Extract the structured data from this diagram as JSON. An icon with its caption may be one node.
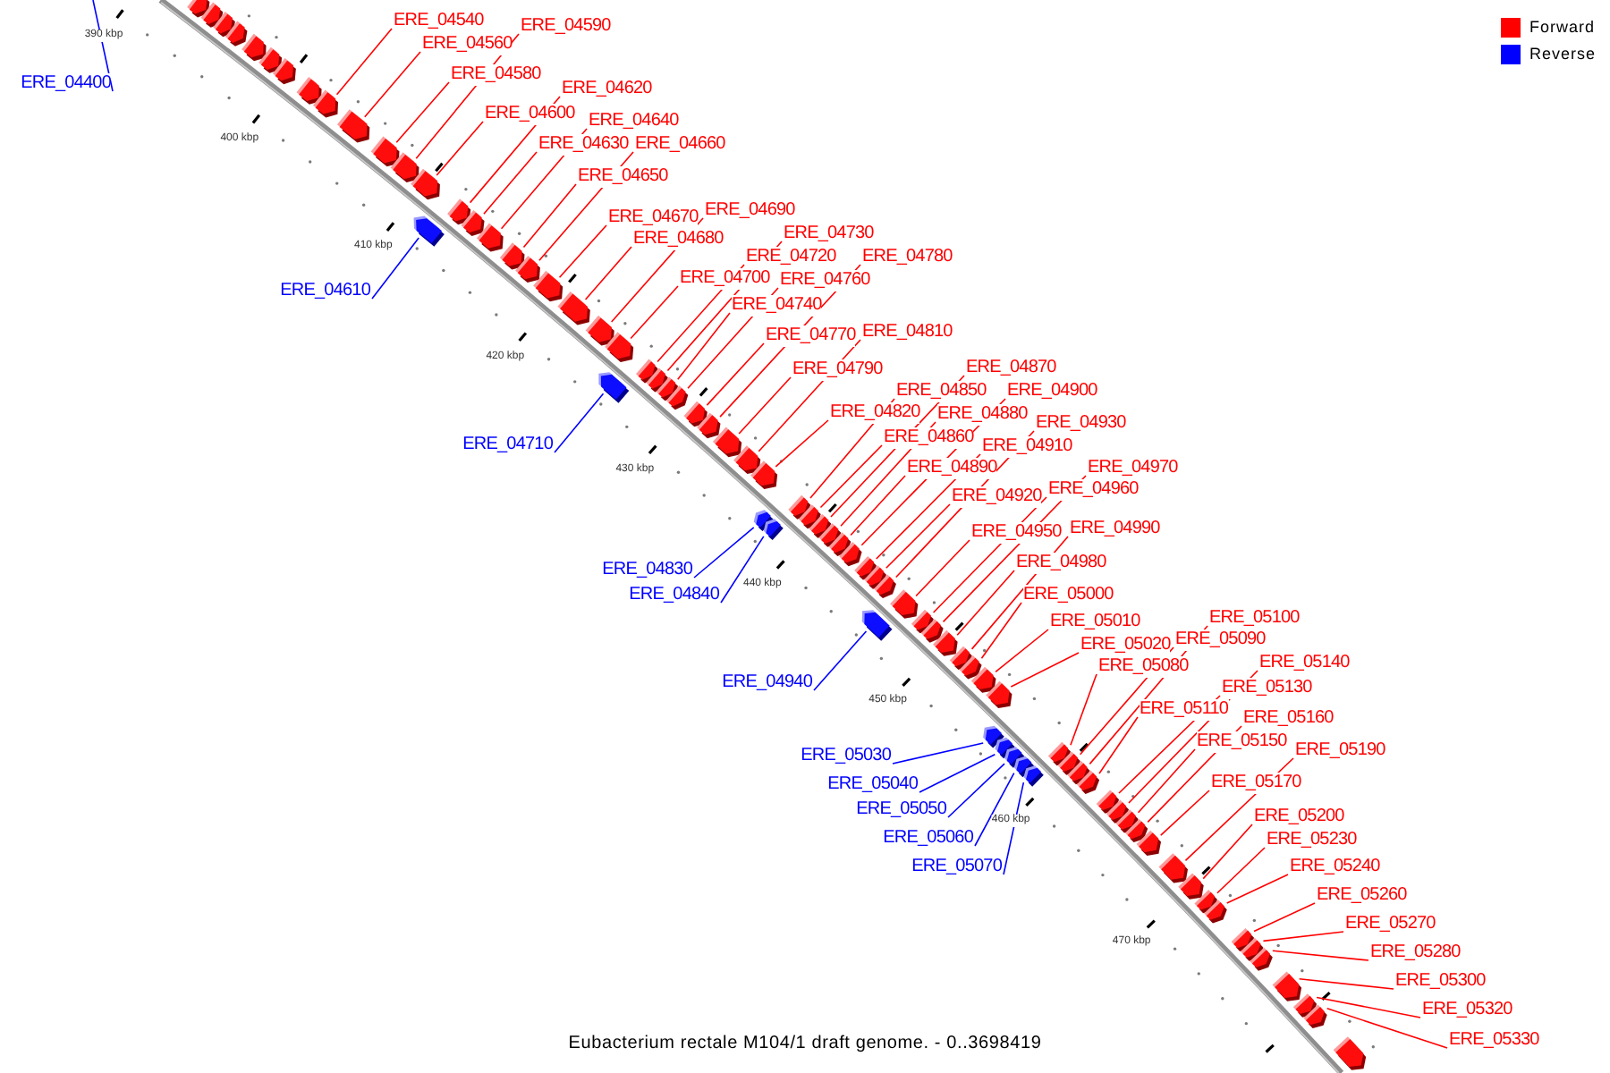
{
  "diagram": {
    "caption": "Eubacterium rectale M104/1 draft genome. - 0..3698419",
    "nodes": [
      {
        "text": [],
        "shape": "box"
      },
      {
        "text": [],
        "shape": "box"
      },
      {
        "text": [],
        "shape": "box"
      },
      {
        "text": [],
        "shape": "box"
      },
      {
        "text": [],
        "shape": "box"
      },
      {
        "text": [],
        "shape": "box"
      },
      {
        "text": [],
        "shape": "box"
      },
      {
        "text": [],
        "shape": "box"
      },
      {
        "text": [],
        "shape": "box"
      },
      {
        "text": [],
        "shape": "box"
      },
      {
        "text": [],
        "shape": "box"
      },
      {
        "text": [],
        "shape": "box"
      },
      {
        "text": [],
        "shape": "box"
      },
      {
        "text": [],
        "shape": "box"
      },
      {
        "text": [],
        "shape": "box"
      },
      {
        "text": [],
        "shape": "box"
      },
      {
        "text": [],
        "shape": "box"
      },
      {
        "text": [],
        "shape": "box"
      },
      {
        "text": [],
        "shape": "box"
      },
      {
        "text": [],
        "shape": "box"
      },
      {
        "text": [],
        "shape": "box"
      },
      {
        "text": [],
        "shape": "box"
      },
      {
        "text": [],
        "shape": "box"
      },
      {
        "text": [],
        "shape": "box"
      },
      {
        "text": [],
        "shape": "box"
      },
      {
        "text": [],
        "shape": "box"
      },
      {
        "text": [],
        "shape": "box"
      },
      {
        "text": [],
        "shape": "box"
      },
      {
        "text": [],
        "shape": "box"
      },
      {
        "text": [],
        "shape": "box"
      },
      {
        "text": [],
        "shape": "box"
      },
      {
        "text": [],
        "shape": "box"
      },
      {
        "text": [],
        "shape": "box"
      },
      {
        "text": [],
        "shape": "box"
      },
      {
        "text": [],
        "shape": "box"
      },
      {
        "text": [],
        "shape": "box"
      },
      {
        "text": [],
        "shape": "box"
      },
      {
        "text": [],
        "shape": "box"
      },
      {
        "text": [],
        "shape": "box"
      },
      {
        "text": [],
        "shape": "box"
      },
      {
        "text": [],
        "shape": "box"
      },
      {
        "text": [],
        "shape": "box"
      },
      {
        "text": [],
        "shape": "box"
      },
      {
        "text": [],
        "shape": "box"
      },
      {
        "text": [],
        "shape": "box"
      },
      {
        "text": [],
        "shape": "box"
      },
      {
        "text": [],
        "shape": "box"
      },
      {
        "text": [],
        "shape": "box"
      },
      {
        "text": [],
        "shape": "box"
      },
      {
        "text": [],
        "shape": "box"
      },
      {
        "text": [],
        "shape": "box"
      },
      {
        "text": [],
        "shape": "box"
      },
      {
        "text": [],
        "shape": "box"
      },
      {
        "text": [],
        "shape": "box"
      },
      {
        "text": [],
        "shape": "box"
      },
      {
        "text": [],
        "shape": "box"
      },
      {
        "text": [],
        "shape": "box"
      },
      {
        "text": [],
        "shape": "box"
      },
      {
        "text": [],
        "shape": "box"
      },
      {
        "text": [],
        "shape": "box"
      },
      {
        "text": [],
        "shape": "box"
      },
      {
        "text": [],
        "shape": "box"
      },
      {
        "text": [],
        "shape": "box"
      },
      {
        "text": [],
        "shape": "box"
      },
      {
        "text": [],
        "shape": "box"
      },
      {
        "text": [],
        "shape": "box"
      },
      {
        "text": [],
        "shape": "box"
      },
      {
        "text": [],
        "shape": "box"
      },
      {
        "text": [],
        "shape": "box"
      },
      {
        "text": [],
        "shape": "box"
      },
      {
        "text": [],
        "shape": "box"
      },
      {
        "text": [],
        "shape": "box"
      },
      {
        "text": [],
        "shape": "box"
      },
      {
        "text": [],
        "shape": "box"
      },
      {
        "text": [],
        "shape": "box"
      },
      {
        "text": [],
        "shape": "box"
      },
      {
        "text": [],
        "shape": "box"
      },
      {
        "text": [],
        "shape": "box"
      },
      {
        "text": [
          "ERE_04540"
        ]
      },
      {
        "text": [
          "ERE_04590"
        ]
      },
      {
        "text": [
          "ERE_04560"
        ]
      },
      {
        "text": [
          "ERE_04580"
        ]
      },
      {
        "text": [
          "ERE_04400"
        ]
      },
      {
        "text": [
          "ERE_04620"
        ]
      },
      {
        "text": [
          "ERE_04600"
        ]
      },
      {
        "text": [
          "ERE_04640"
        ]
      },
      {
        "text": [
          "ERE_04630"
        ]
      },
      {
        "text": [
          "ERE_04660"
        ]
      },
      {
        "text": [
          "ERE_04650"
        ]
      },
      {
        "text": [
          "ERE_04670"
        ]
      },
      {
        "text": [
          "ERE_04690"
        ]
      },
      {
        "text": [
          "ERE_04680"
        ]
      },
      {
        "text": [
          "ERE_04730"
        ]
      },
      {
        "text": [
          "ERE_04720"
        ]
      },
      {
        "text": [
          "ERE_04780"
        ]
      },
      {
        "text": [
          "ERE_04700"
        ]
      },
      {
        "text": [
          "ERE_04760"
        ]
      },
      {
        "text": [
          "ERE_04610"
        ]
      },
      {
        "text": [
          "ERE_04740"
        ]
      },
      {
        "text": [
          "ERE_04770"
        ]
      },
      {
        "text": [
          "ERE_04810"
        ]
      },
      {
        "text": [
          "ERE_04790"
        ]
      },
      {
        "text": [
          "ERE_04870"
        ]
      },
      {
        "text": [
          "ERE_04850"
        ]
      },
      {
        "text": [
          "ERE_04900"
        ]
      },
      {
        "text": [
          "ERE_04820"
        ]
      },
      {
        "text": [
          "ERE_04880"
        ]
      },
      {
        "text": [
          "ERE_04930"
        ]
      },
      {
        "text": [
          "ERE_04860"
        ]
      },
      {
        "text": [
          "ERE_04710"
        ]
      },
      {
        "text": [
          "ERE_04910"
        ]
      },
      {
        "text": [
          "ERE_04890"
        ]
      },
      {
        "text": [
          "ERE_04970"
        ]
      },
      {
        "text": [
          "ERE_04920"
        ]
      },
      {
        "text": [
          "ERE_04960"
        ]
      },
      {
        "text": [
          "ERE_04950"
        ]
      },
      {
        "text": [
          "ERE_04990"
        ]
      },
      {
        "text": [
          "ERE_04980"
        ]
      },
      {
        "text": [
          "ERE_04830"
        ]
      },
      {
        "text": [
          "ERE_04840"
        ]
      },
      {
        "text": [
          "ERE_05000"
        ]
      },
      {
        "text": [
          "ERE_05010"
        ]
      },
      {
        "text": [
          "ERE_05100"
        ]
      },
      {
        "text": [
          "ERE_05020"
        ]
      },
      {
        "text": [
          "ERE_05090"
        ]
      },
      {
        "text": [
          "ERE_05080"
        ]
      },
      {
        "text": [
          "ERE_05140"
        ]
      },
      {
        "text": [
          "ERE_04940"
        ]
      },
      {
        "text": [
          "ERE_05130"
        ]
      },
      {
        "text": [
          "ERE_05110"
        ]
      },
      {
        "text": [
          "ERE_05160"
        ]
      },
      {
        "text": [
          "ERE_05150"
        ]
      },
      {
        "text": [
          "ERE_05030"
        ]
      },
      {
        "text": [
          "ERE_05190"
        ]
      },
      {
        "text": [
          "ERE_05040"
        ]
      },
      {
        "text": [
          "ERE_05170"
        ]
      },
      {
        "text": [
          "ERE_05050"
        ]
      },
      {
        "text": [
          "ERE_05200"
        ]
      },
      {
        "text": [
          "ERE_05060"
        ]
      },
      {
        "text": [
          "ERE_05230"
        ]
      },
      {
        "text": [
          "ERE_05070"
        ]
      },
      {
        "text": [
          "ERE_05240"
        ]
      },
      {
        "text": [
          "ERE_05260"
        ]
      },
      {
        "text": [
          "ERE_05270"
        ]
      },
      {
        "text": [
          "ERE_05280"
        ]
      },
      {
        "text": [
          "ERE_05300"
        ]
      },
      {
        "text": [
          "ERE_05320"
        ]
      },
      {
        "text": [
          "ERE_05330"
        ]
      }
    ],
    "edges": [
      {
        "from": 78,
        "to": 8,
        "arrow": "none"
      },
      {
        "from": 79,
        "to": 11,
        "arrow": "none"
      },
      {
        "from": 80,
        "to": 9,
        "arrow": "none"
      },
      {
        "from": 81,
        "to": 10,
        "arrow": "none"
      },
      {
        "from": 82,
        "to": null,
        "arrow": "none",
        "color": "#0000ff"
      },
      {
        "from": 83,
        "to": 14,
        "arrow": "none"
      },
      {
        "from": 84,
        "to": 12,
        "arrow": "none"
      },
      {
        "from": 85,
        "to": 16,
        "arrow": "none"
      },
      {
        "from": 86,
        "to": 15,
        "arrow": "none"
      },
      {
        "from": 87,
        "to": 18,
        "arrow": "none"
      },
      {
        "from": 88,
        "to": 17,
        "arrow": "none"
      },
      {
        "from": 89,
        "to": 19,
        "arrow": "none"
      },
      {
        "from": 90,
        "to": 21,
        "arrow": "none"
      },
      {
        "from": 91,
        "to": 20,
        "arrow": "none"
      },
      {
        "from": 92,
        "to": 25,
        "arrow": "none"
      },
      {
        "from": 93,
        "to": 24,
        "arrow": "none"
      },
      {
        "from": 94,
        "to": 29,
        "arrow": "none"
      },
      {
        "from": 95,
        "to": 22,
        "arrow": "none"
      },
      {
        "from": 96,
        "to": 27,
        "arrow": "none"
      },
      {
        "from": 97,
        "to": 13,
        "arrow": "none",
        "color": "#0000ff"
      },
      {
        "from": 98,
        "to": 26,
        "arrow": "none"
      },
      {
        "from": 99,
        "to": 28,
        "arrow": "none"
      },
      {
        "from": 100,
        "to": 31,
        "arrow": "none"
      },
      {
        "from": 101,
        "to": 30,
        "arrow": "none"
      },
      {
        "from": 102,
        "to": 37,
        "arrow": "none"
      },
      {
        "from": 103,
        "to": 35,
        "arrow": "none"
      },
      {
        "from": 104,
        "to": 40,
        "arrow": "none"
      },
      {
        "from": 105,
        "to": 32,
        "arrow": "none"
      },
      {
        "from": 106,
        "to": 38,
        "arrow": "none"
      },
      {
        "from": 107,
        "to": 43,
        "arrow": "none"
      },
      {
        "from": 108,
        "to": 36,
        "arrow": "none"
      },
      {
        "from": 109,
        "to": 23,
        "arrow": "none",
        "color": "#0000ff"
      },
      {
        "from": 110,
        "to": 41,
        "arrow": "none"
      },
      {
        "from": 111,
        "to": 39,
        "arrow": "none"
      },
      {
        "from": 112,
        "to": 47,
        "arrow": "none"
      },
      {
        "from": 113,
        "to": 42,
        "arrow": "none"
      },
      {
        "from": 114,
        "to": 46,
        "arrow": "none"
      },
      {
        "from": 115,
        "to": 45,
        "arrow": "none"
      },
      {
        "from": 116,
        "to": 49,
        "arrow": "none"
      },
      {
        "from": 117,
        "to": 48,
        "arrow": "none"
      },
      {
        "from": 118,
        "to": 33,
        "arrow": "none",
        "color": "#0000ff"
      },
      {
        "from": 119,
        "to": 34,
        "arrow": "none",
        "color": "#0000ff"
      },
      {
        "from": 120,
        "to": 50,
        "arrow": "none"
      },
      {
        "from": 121,
        "to": 51,
        "arrow": "none"
      },
      {
        "from": 122,
        "to": 60,
        "arrow": "none"
      },
      {
        "from": 123,
        "to": 52,
        "arrow": "none"
      },
      {
        "from": 124,
        "to": 59,
        "arrow": "none"
      },
      {
        "from": 125,
        "to": 58,
        "arrow": "none"
      },
      {
        "from": 126,
        "to": 63,
        "arrow": "none"
      },
      {
        "from": 127,
        "to": 44,
        "arrow": "none",
        "color": "#0000ff"
      },
      {
        "from": 128,
        "to": 62,
        "arrow": "none"
      },
      {
        "from": 129,
        "to": 61,
        "arrow": "none"
      },
      {
        "from": 130,
        "to": 65,
        "arrow": "none"
      },
      {
        "from": 131,
        "to": 64,
        "arrow": "none"
      },
      {
        "from": 132,
        "to": 53,
        "arrow": "none",
        "color": "#0000ff"
      },
      {
        "from": 133,
        "to": 67,
        "arrow": "none"
      },
      {
        "from": 134,
        "to": 54,
        "arrow": "none",
        "color": "#0000ff"
      },
      {
        "from": 135,
        "to": 66,
        "arrow": "none"
      },
      {
        "from": 136,
        "to": 55,
        "arrow": "none",
        "color": "#0000ff"
      },
      {
        "from": 137,
        "to": 68,
        "arrow": "none"
      },
      {
        "from": 138,
        "to": 56,
        "arrow": "none",
        "color": "#0000ff"
      },
      {
        "from": 139,
        "to": 69,
        "arrow": "none"
      },
      {
        "from": 140,
        "to": 57,
        "arrow": "none",
        "color": "#0000ff"
      },
      {
        "from": 141,
        "to": 70,
        "arrow": "none"
      },
      {
        "from": 142,
        "to": 71,
        "arrow": "none"
      },
      {
        "from": 143,
        "to": 72,
        "arrow": "none"
      },
      {
        "from": 144,
        "to": 73,
        "arrow": "none"
      },
      {
        "from": 145,
        "to": 74,
        "arrow": "none"
      },
      {
        "from": 146,
        "to": 75,
        "arrow": "none"
      },
      {
        "from": 147,
        "to": 76,
        "arrow": "none"
      }
    ],
    "labels": [
      "390 kbp",
      "400 kbp",
      "410 kbp",
      "420 kbp",
      "430 kbp",
      "440 kbp",
      "450 kbp",
      "460 kbp",
      "470 kbp"
    ],
    "legend": [
      {
        "text": "Forward",
        "color": "#ff0000"
      },
      {
        "text": "Reverse",
        "color": "#0000ff"
      }
    ]
  }
}
